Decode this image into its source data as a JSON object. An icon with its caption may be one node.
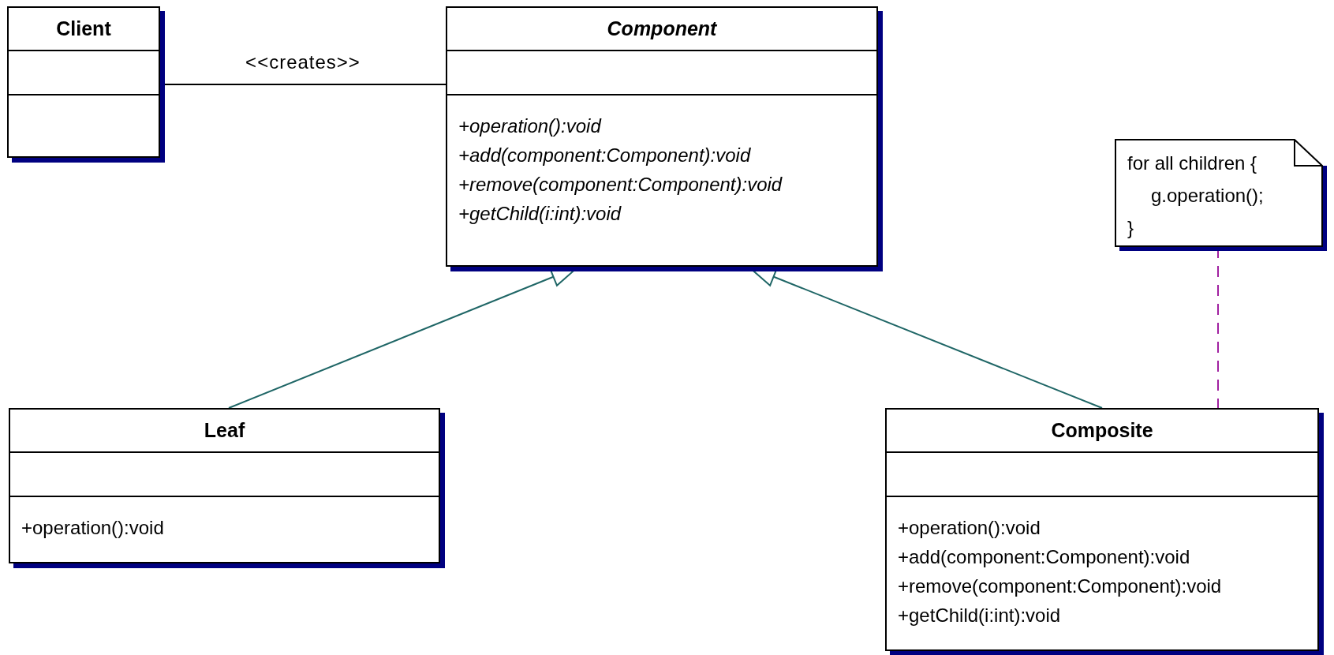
{
  "diagram": {
    "nodes": [
      {
        "text": [
          "Client"
        ]
      },
      {
        "text": [
          "Component",
          "+operation():void",
          "+add(component:Component):void",
          "+remove(component:Component):void",
          "+getChild(i:int):void"
        ]
      },
      {
        "text": [
          "Leaf",
          "+operation():void"
        ]
      },
      {
        "text": [
          "Composite",
          "+operation():void",
          "+add(component:Component):void",
          "+remove(component:Component):void",
          "+getChild(i:int):void"
        ]
      },
      {
        "text": [
          "for all children {",
          "g.operation();",
          "}"
        ]
      }
    ],
    "edges": [
      {
        "from": 0,
        "to": 1,
        "arrow": "none",
        "label": "<<creates>>",
        "color": "#000000"
      },
      {
        "from": 2,
        "to": 1,
        "arrow": "to"
      },
      {
        "from": 3,
        "to": 1,
        "arrow": "to"
      },
      {
        "from": 4,
        "to": 3,
        "arrow": "none",
        "style": "dashed",
        "color": "#a020a0"
      }
    ]
  }
}
